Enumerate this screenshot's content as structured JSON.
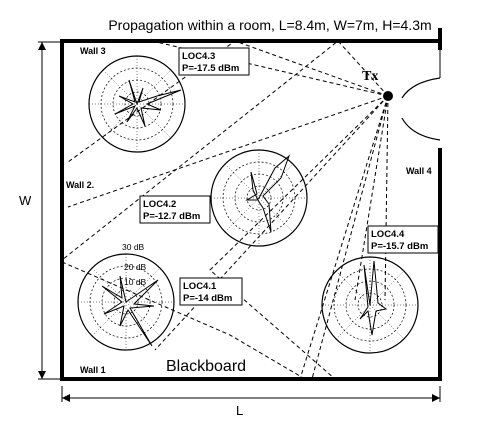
{
  "title": "Propagation within a room, L=8.4m, W=7m, H=4.3m",
  "walls": {
    "wall1": "Wall 1",
    "wall2": "Wall 2.",
    "wall3": "Wall 3",
    "wall4": "Wall 4"
  },
  "transmitter": "Tx",
  "blackboard": "Blackboard",
  "dimensions": {
    "width": "W",
    "length": "L"
  },
  "ring_labels": [
    "30 dB",
    "20 dB",
    "10 dB"
  ],
  "locations": [
    {
      "id": "loc43",
      "name": "LOC4.3",
      "power": "P=-17.5 dBm"
    },
    {
      "id": "loc42",
      "name": "LOC4.2",
      "power": "P=-12.7 dBm"
    },
    {
      "id": "loc41",
      "name": "LOC4.1",
      "power": "P=-14 dBm"
    },
    {
      "id": "loc44",
      "name": "LOC4.4",
      "power": "P=-15.7 dBm"
    }
  ]
}
